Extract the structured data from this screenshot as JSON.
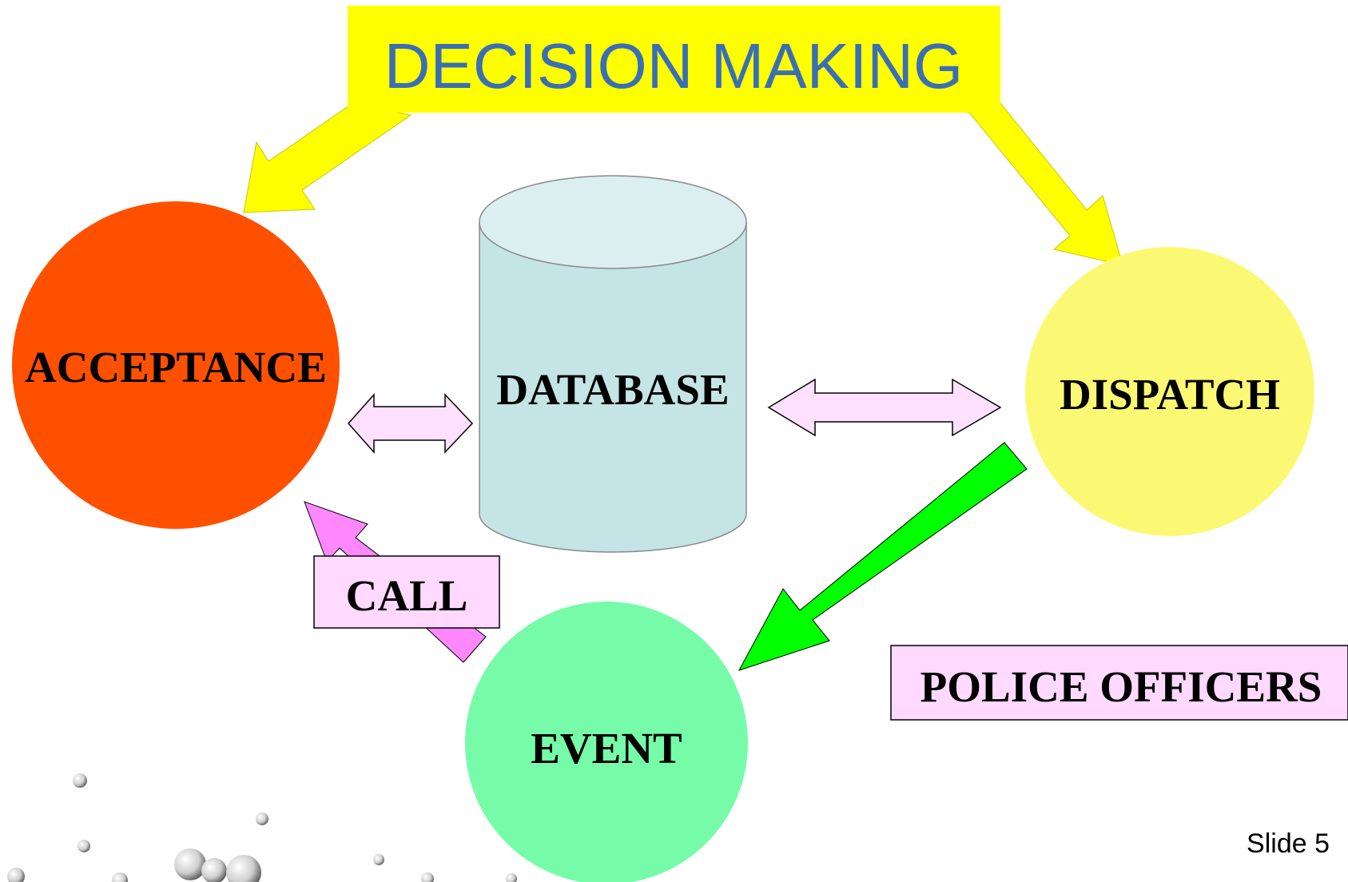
{
  "title": "DECISION MAKING",
  "nodes": {
    "acceptance": {
      "label": "ACCEPTANCE",
      "color": "#ff5000"
    },
    "database": {
      "label": "DATABASE",
      "color": "#c4e4e6"
    },
    "dispatch": {
      "label": "DISPATCH",
      "color": "#fbf974"
    },
    "event": {
      "label": "EVENT",
      "color": "#76fba9"
    }
  },
  "labels": {
    "call": "CALL",
    "police_officers": "POLICE OFFICERS"
  },
  "slide_number": "Slide 5",
  "colors": {
    "title_box": "#ffff00",
    "title_text": "#3a6fb5",
    "decision_arrows": "#ffff00",
    "dispatch_arrow": "#00ff00",
    "call_arrow": "#ff88ff",
    "double_arrows": "#ffe0ff",
    "label_boxes": "#ffd9ff"
  }
}
